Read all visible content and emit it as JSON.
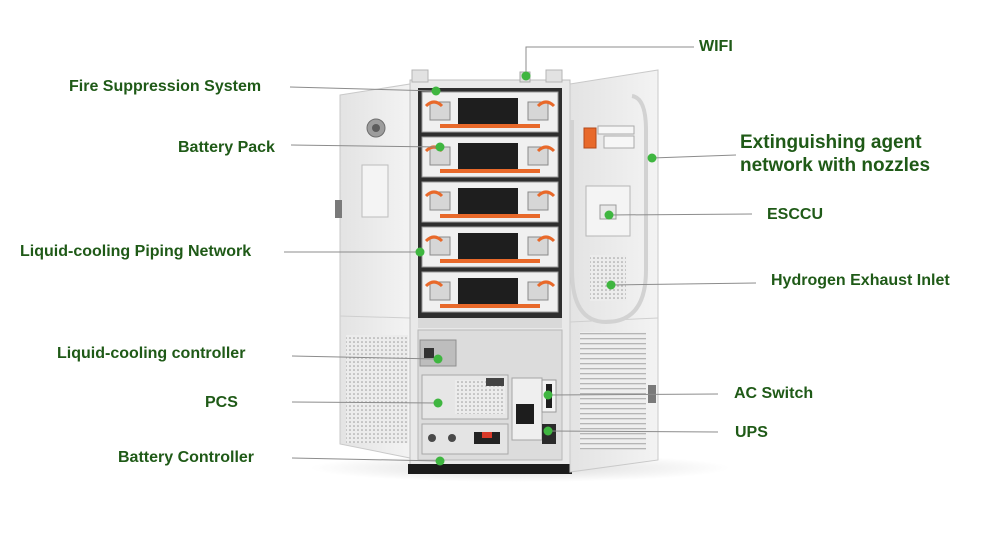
{
  "colors": {
    "label_text": "#1f5a17",
    "marker_dot": "#3fb640",
    "leader_line": "#8c8c8c",
    "cabinet_body": "#eeeeee",
    "accent_orange": "#e8692a"
  },
  "labels": {
    "wifi": "WIFI",
    "fire_suppression": "Fire Suppression System",
    "battery_pack": "Battery Pack",
    "liquid_cooling_piping": "Liquid-cooling  Piping Network",
    "liquid_cooling_controller": "Liquid-cooling controller",
    "pcs": "PCS",
    "battery_controller": "Battery Controller",
    "extinguishing_agent": "Extinguishing agent\nnetwork with nozzles",
    "esccu": "ESCCU",
    "hydrogen_exhaust": "Hydrogen Exhaust Inlet",
    "ac_switch": "AC Switch",
    "ups": "UPS"
  }
}
